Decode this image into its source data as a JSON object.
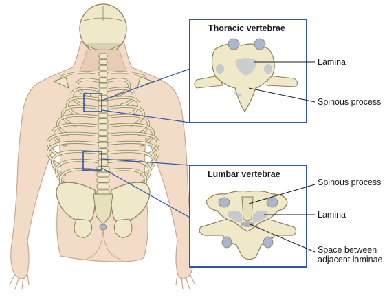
{
  "thoracic_panel": {
    "title": "Thoracic vertebrae",
    "labels": {
      "lamina": "Lamina",
      "spinous_process": "Spinous process"
    }
  },
  "lumbar_panel": {
    "title": "Lumbar vertebrae",
    "labels": {
      "spinous_process": "Spinous process",
      "lamina": "Lamina",
      "space_line1": "Space between",
      "space_line2": "adjacent laminae"
    }
  },
  "colors": {
    "frame_blue": "#2f56a6",
    "skin": "#f2dcc8",
    "skin_outline": "#c9a58e",
    "bone": "#efe9c9",
    "bone_outline": "#8a7f5a",
    "lamina_highlight": "#aab6cf"
  }
}
